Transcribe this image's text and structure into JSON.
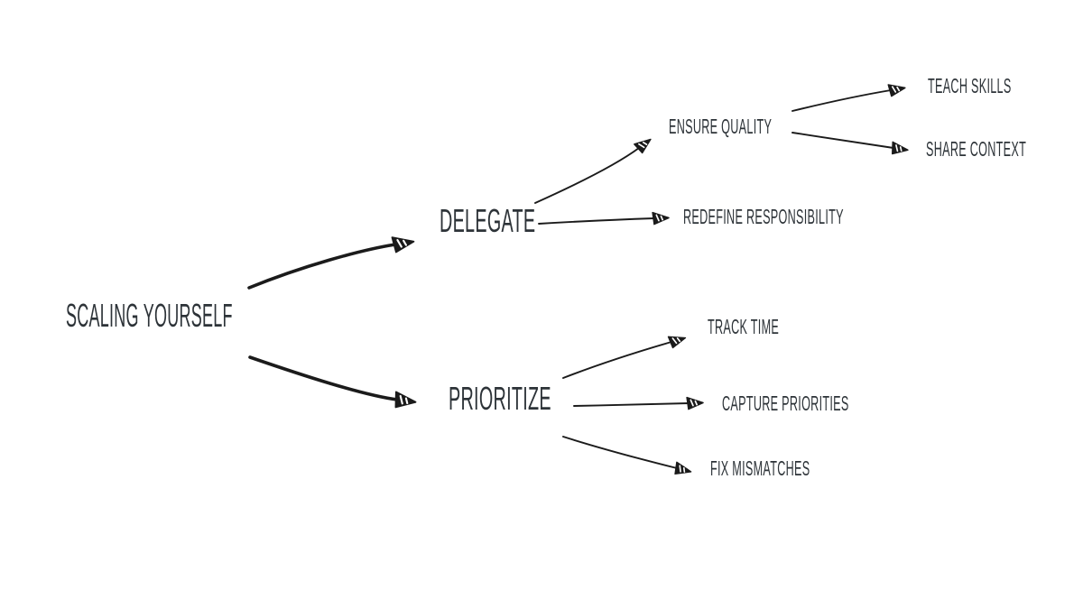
{
  "colors": {
    "background": "#ffffff",
    "ink": "#1b1b1b",
    "text": "#2d3338"
  },
  "nodes": {
    "root": {
      "label": "SCALING YOURSELF"
    },
    "delegate": {
      "label": "DELEGATE"
    },
    "prioritize": {
      "label": "PRIORITIZE"
    },
    "ensure_quality": {
      "label": "ENSURE QUALITY"
    },
    "teach_skills": {
      "label": "TEACH SKILLS"
    },
    "share_context": {
      "label": "SHARE CONTEXT"
    },
    "redefine_responsibility": {
      "label": "REDEFINE RESPONSIBILITY"
    },
    "track_time": {
      "label": "TRACK TIME"
    },
    "capture_priorities": {
      "label": "CAPTURE PRIORITIES"
    },
    "fix_mismatches": {
      "label": "FIX MISMATCHES"
    }
  },
  "edges": [
    {
      "from": "root",
      "to": "delegate"
    },
    {
      "from": "root",
      "to": "prioritize"
    },
    {
      "from": "delegate",
      "to": "ensure_quality"
    },
    {
      "from": "delegate",
      "to": "redefine_responsibility"
    },
    {
      "from": "ensure_quality",
      "to": "teach_skills"
    },
    {
      "from": "ensure_quality",
      "to": "share_context"
    },
    {
      "from": "prioritize",
      "to": "track_time"
    },
    {
      "from": "prioritize",
      "to": "capture_priorities"
    },
    {
      "from": "prioritize",
      "to": "fix_mismatches"
    }
  ]
}
